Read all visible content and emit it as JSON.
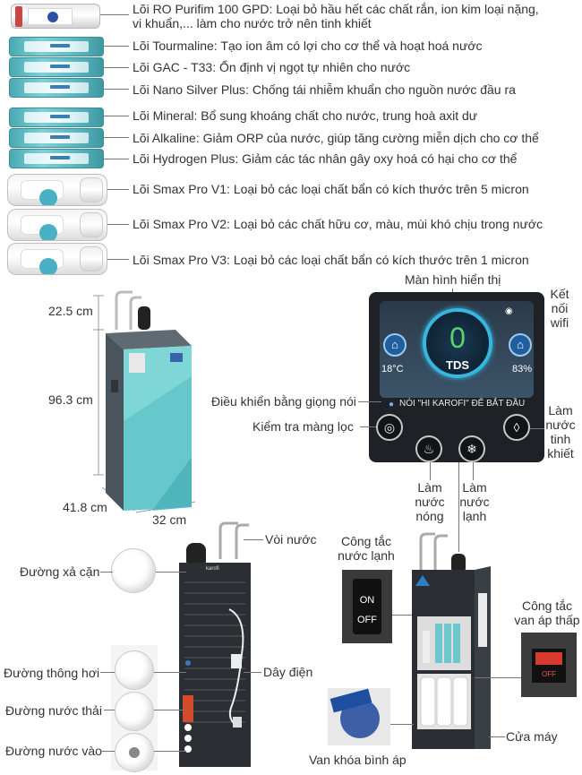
{
  "filters": [
    {
      "label": "Lõi RO Purifim 100 GPD: Loại bỏ hầu hết các chất rắn, ion kim loại nặng,",
      "label2": "vi khuẩn,... làm cho nước trở nên tinh khiết"
    },
    {
      "label": "Lõi Tourmaline: Tạo ion âm có lợi cho cơ thể và hoạt hoá nước"
    },
    {
      "label": "Lõi GAC - T33: Ổn định vị ngọt tự nhiên cho nước"
    },
    {
      "label": "Lõi Nano Silver Plus: Chống tái nhiễm khuẩn cho nguồn nước đầu ra"
    },
    {
      "label": "Lõi Mineral: Bổ sung khoáng chất cho nước, trung hoà axit dư"
    },
    {
      "label": "Lõi Alkaline: Giảm ORP của nước, giúp tăng cường miễn dịch cho cơ thể"
    },
    {
      "label": "Lõi Hydrogen Plus: Giảm các tác nhân gây oxy hoá có hại cho cơ thể"
    },
    {
      "label": "Lõi Smax Pro V1: Loại bỏ các loại chất bẩn có kích thước trên 5 micron"
    },
    {
      "label": "Lõi Smax Pro V2: Loại bỏ các chất hữu cơ, màu, mùi khó chịu trong nước"
    },
    {
      "label": "Lõi Smax Pro V3: Loại bỏ các loại chất bẩn có kích thước trên 1 micron"
    }
  ],
  "dimensions": {
    "top": "22.5 cm",
    "height": "96.3 cm",
    "depth": "41.8 cm",
    "width": "32 cm"
  },
  "display": {
    "title": "Màn hình hiển thị",
    "wifi": "Kết nối wifi",
    "tds_value": "0",
    "tds_label": "TDS",
    "temp": "18°C",
    "humidity": "83%",
    "voice_prompt": "NÓI \"HI KAROFI\" ĐỂ BẮT ĐẦU",
    "voice_label": "Điều khiển bằng giọng nói",
    "filter_check": "Kiểm tra màng lọc",
    "pure_water": "Làm nước tinh khiết",
    "hot_water": "Làm nước nóng",
    "cold_water": "Làm nước lạnh"
  },
  "rear": {
    "drain": "Đường xả cặn",
    "vent": "Đường thông hơi",
    "waste": "Đường nước thải",
    "inlet": "Đường nước vào",
    "faucet": "Vòi nước",
    "power_cord": "Dây điện",
    "brand": "karofi"
  },
  "inside": {
    "cold_switch": "Công tắc nước lạnh",
    "switch_on": "ON",
    "switch_off": "OFF",
    "low_pressure_switch": "Công tắc van áp thấp",
    "low_off": "OFF",
    "door": "Cửa máy",
    "tank_valve": "Van khóa bình áp"
  }
}
